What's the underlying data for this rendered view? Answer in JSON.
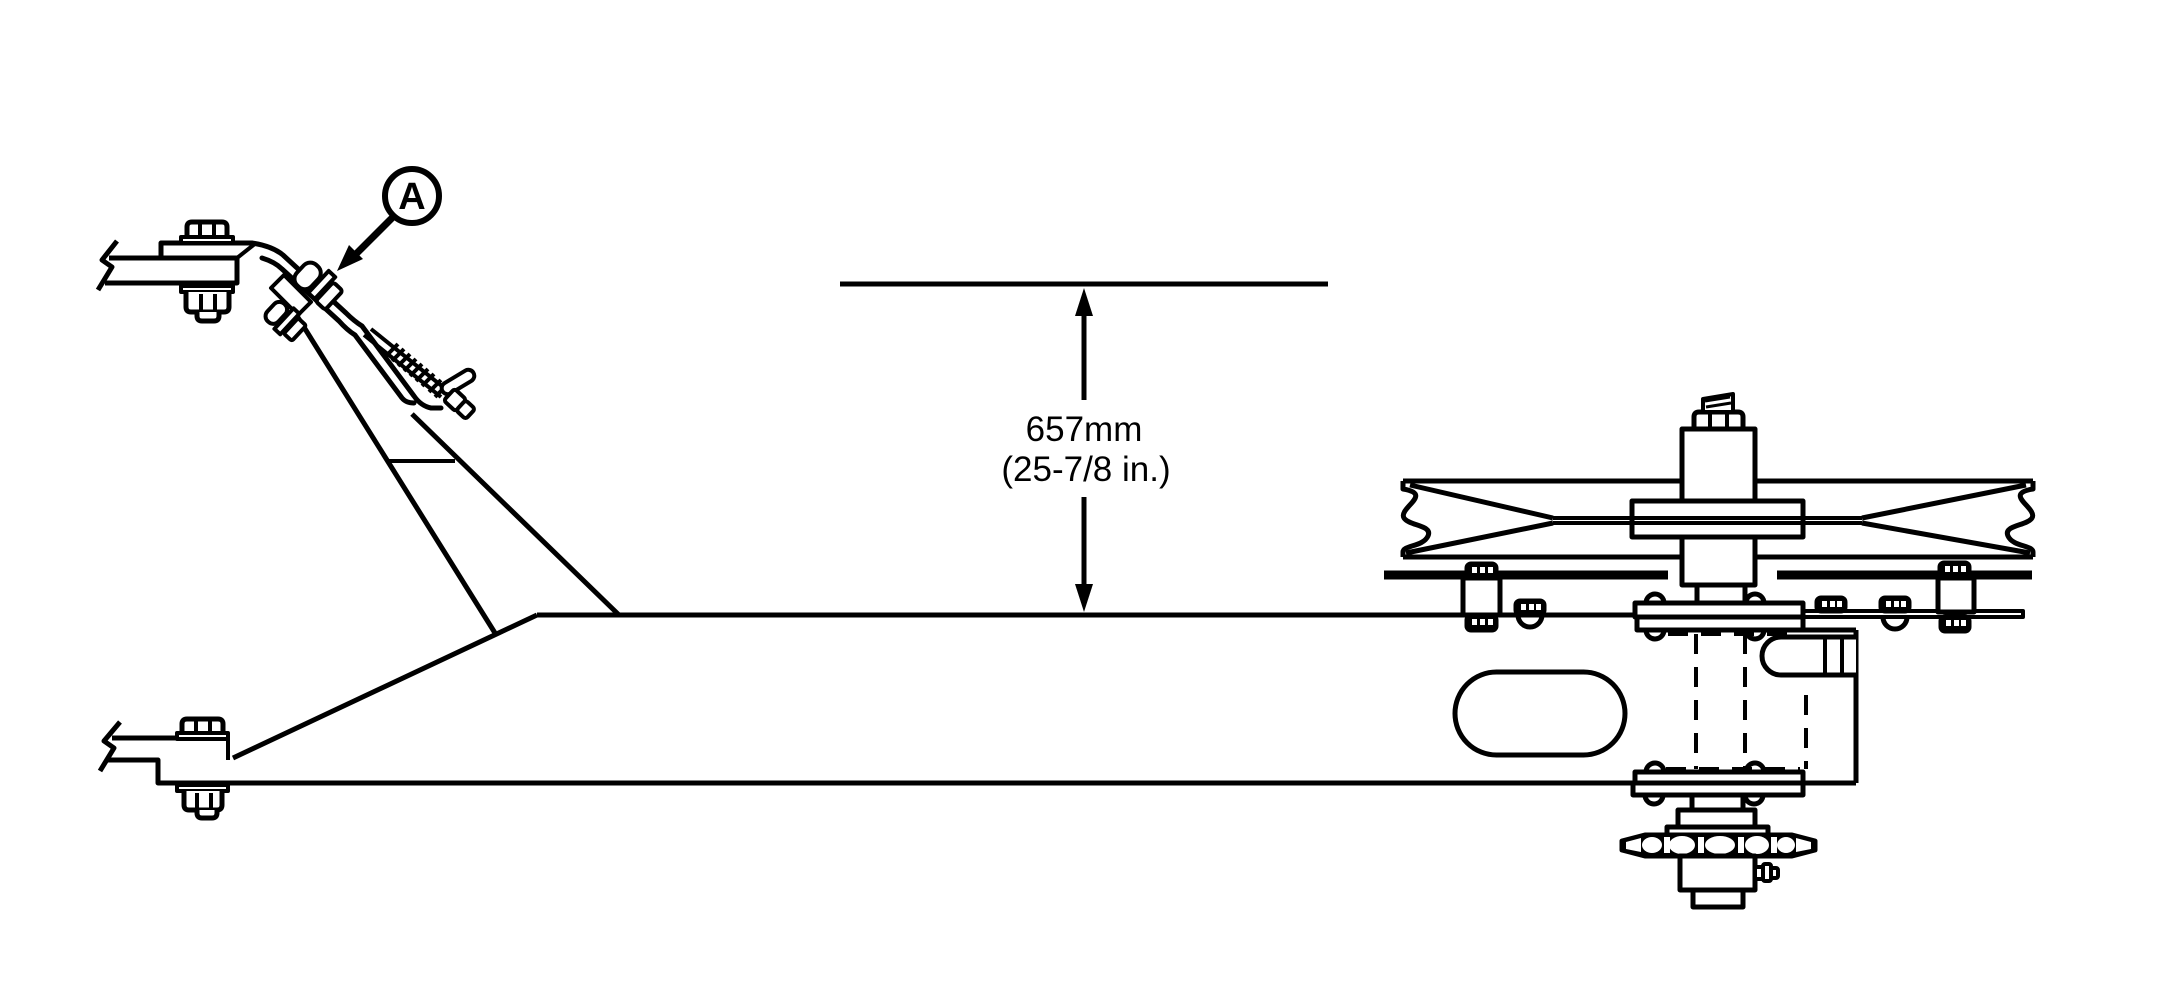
{
  "canvas": {
    "background": "#ffffff",
    "line_color": "#000000"
  },
  "labels": {
    "callout": "A",
    "dimension_metric": "657mm",
    "dimension_imperial": "(25-7/8 in.)"
  }
}
